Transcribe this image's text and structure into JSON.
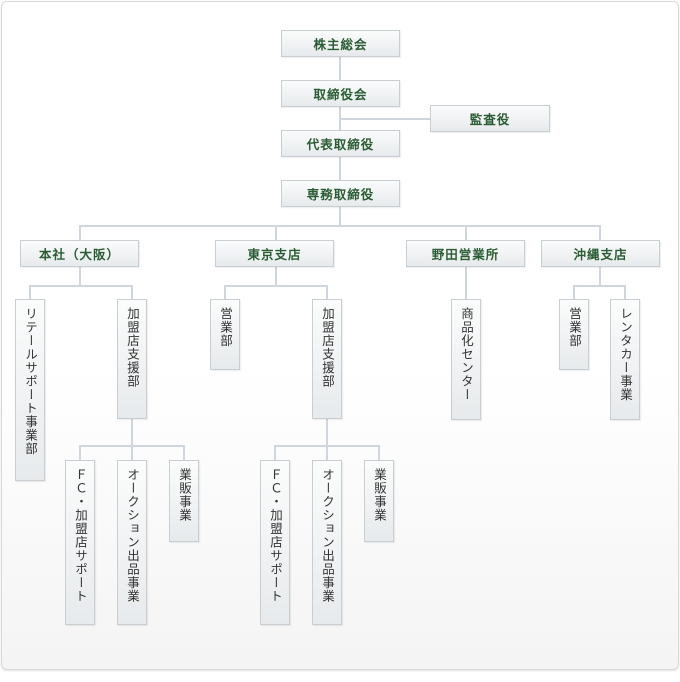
{
  "org_chart": {
    "shareholders_meeting": "株主総会",
    "board_of_directors": "取締役会",
    "auditor": "監査役",
    "representative_director": "代表取締役",
    "senior_managing_director": "専務取締役",
    "offices": {
      "osaka": {
        "label": "本社（大阪）",
        "departments": {
          "retail_support": "リテールサポート事業部",
          "franchise_support": {
            "label": "加盟店支援部",
            "sections": {
              "fc_support": "ＦＣ・加盟店サポート",
              "auction": "オークション出品事業",
              "wholesale": "業販事業"
            }
          }
        }
      },
      "tokyo": {
        "label": "東京支店",
        "departments": {
          "sales": "営業部",
          "franchise_support": {
            "label": "加盟店支援部",
            "sections": {
              "fc_support": "ＦＣ・加盟店サポート",
              "auction": "オークション出品事業",
              "wholesale": "業販事業"
            }
          }
        }
      },
      "noda": {
        "label": "野田営業所",
        "departments": {
          "product_center": "商品化センター"
        }
      },
      "okinawa": {
        "label": "沖縄支店",
        "departments": {
          "sales": "営業部",
          "rental": "レンタカー事業"
        }
      }
    }
  }
}
